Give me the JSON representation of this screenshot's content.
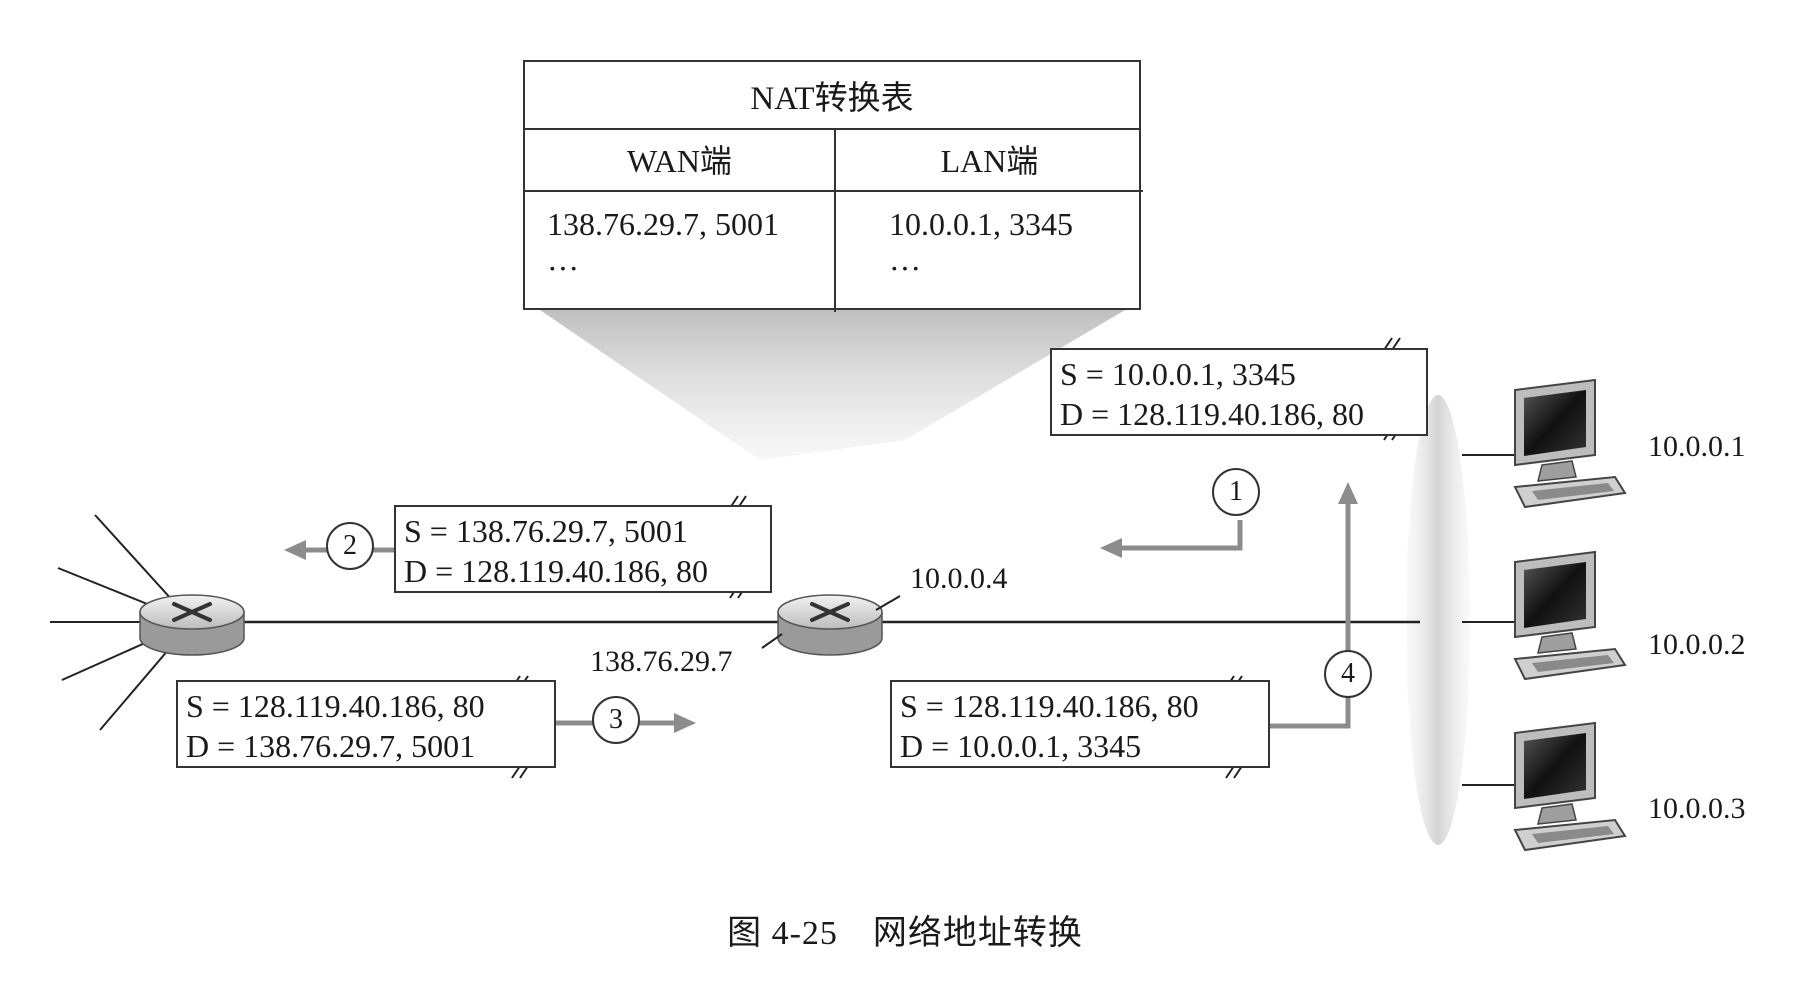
{
  "nat_table": {
    "title": "NAT转换表",
    "wan_header": "WAN端",
    "lan_header": "LAN端",
    "wan_entry": "138.76.29.7, 5001",
    "lan_entry": "10.0.0.1, 3345",
    "wan_more": "···",
    "lan_more": "···"
  },
  "packets": {
    "p1": {
      "src": "S = 10.0.0.1, 3345",
      "dst": "D = 128.119.40.186, 80"
    },
    "p2": {
      "src": "S = 138.76.29.7, 5001",
      "dst": "D = 128.119.40.186, 80"
    },
    "p3": {
      "src": "S = 128.119.40.186, 80",
      "dst": "D = 138.76.29.7, 5001"
    },
    "p4": {
      "src": "S = 128.119.40.186, 80",
      "dst": "D = 10.0.0.1, 3345"
    }
  },
  "steps": {
    "s1": "1",
    "s2": "2",
    "s3": "3",
    "s4": "4"
  },
  "addresses": {
    "nat_lan": "10.0.0.4",
    "nat_wan": "138.76.29.7",
    "host1": "10.0.0.1",
    "host2": "10.0.0.2",
    "host3": "10.0.0.3"
  },
  "caption": "图 4-25　网络地址转换"
}
